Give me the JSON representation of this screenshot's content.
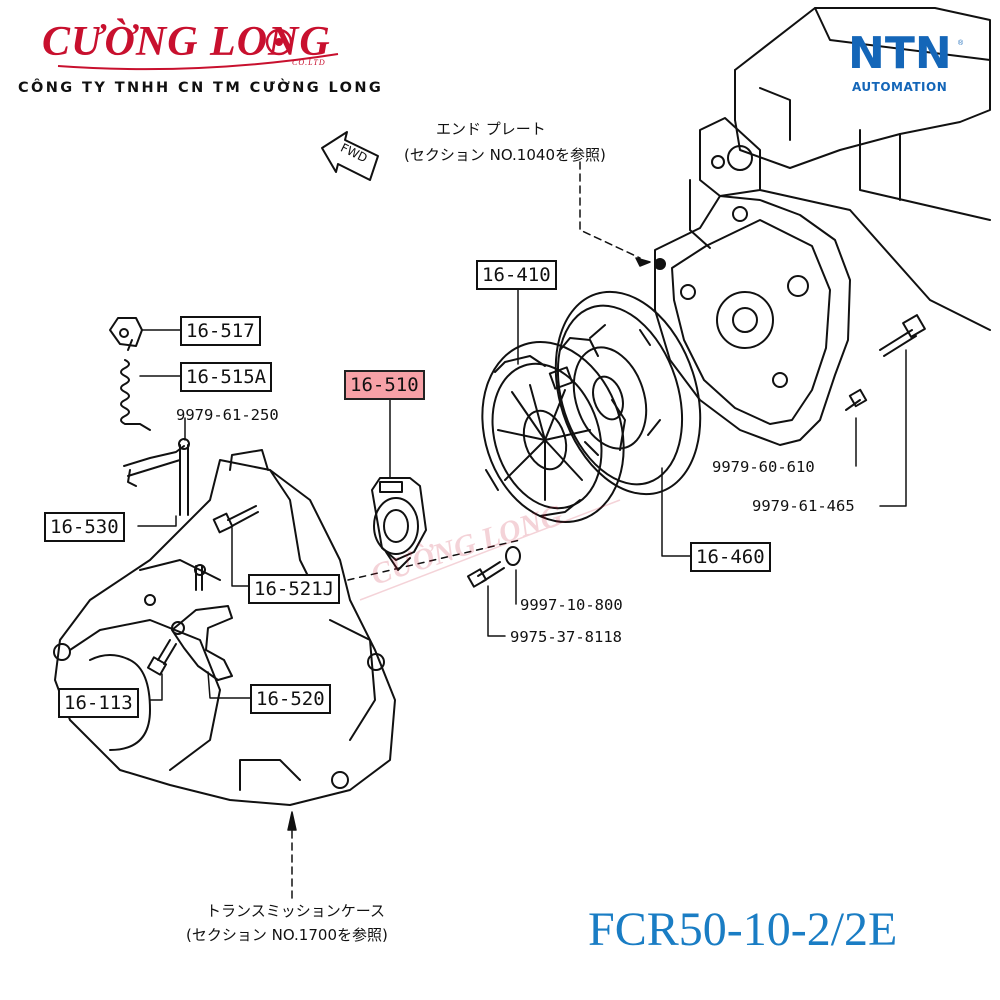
{
  "header": {
    "brand": "CƯỜNG LONG",
    "brand_suffix": "CO.LTD",
    "company": "CÔNG TY TNHH CN TM CƯỜNG LONG",
    "partner_logo": "NTN",
    "partner_sub": "AUTOMATION",
    "partner_reg": "®"
  },
  "diagram": {
    "fwd_label": "FWD",
    "notes": {
      "end_plate_line1": "エンド プレート",
      "end_plate_line2": "(セクション NO.1040を参照)",
      "trans_case_line1": "トランスミッションケース",
      "trans_case_line2": "(セクション NO.1700を参照)"
    },
    "labels": {
      "l_16_517": "16-517",
      "l_16_515a": "16-515A",
      "l_16_530": "16-530",
      "l_16_521j": "16-521J",
      "l_16_113": "16-113",
      "l_16_520": "16-520",
      "l_16_510": "16-510",
      "l_16_410": "16-410",
      "l_16_460": "16-460"
    },
    "part_numbers": {
      "p_9979_61_250": "9979-61-250",
      "p_9979_60_610": "9979-60-610",
      "p_9979_61_465": "9979-61-465",
      "p_9997_10_800": "9997-10-800",
      "p_9975_37_8118": "9975-37-8118"
    },
    "highlight_color": "#f7a1a7"
  },
  "footer": {
    "model_code": "FCR50-10-2/2E"
  }
}
